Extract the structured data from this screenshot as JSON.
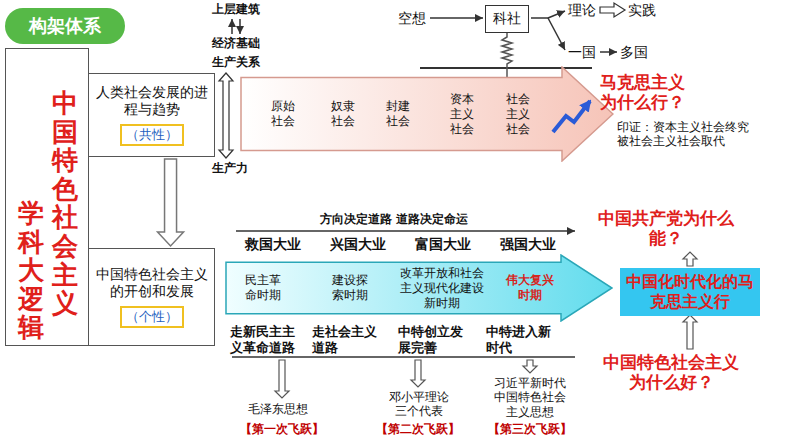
{
  "diagram": {
    "nodes": [
      {
        "text": [
          "构架体系"
        ]
      },
      {
        "text": [
          "学科大逻辑",
          "中国特色社会主义"
        ]
      },
      {
        "text": [
          "人类社会发展的进程与趋势"
        ]
      },
      {
        "text": [
          "（共性）"
        ],
        "in": 2
      },
      {
        "text": [
          "中国特色社会主义的开创和发展"
        ]
      },
      {
        "text": [
          "（个性）"
        ],
        "in": 4
      },
      {
        "text": [
          "原始社会",
          "奴隶社会",
          "封建社会",
          "资本主义社会",
          "社会主义社会"
        ]
      },
      {
        "text": [
          "科社"
        ]
      },
      {
        "text": [
          "民主革命时期",
          "建设探索时期",
          "改革开放和社会主义现代化建设新时期",
          "伟大复兴时期"
        ]
      },
      {
        "text": [
          "中国化时代化的马克思主义行"
        ]
      }
    ],
    "edges": [
      {
        "from": 2,
        "to": 4,
        "arrow": "to"
      }
    ],
    "labels": [
      "上层建筑",
      "经济基础",
      "生产关系",
      "生产力",
      "空想",
      "理论",
      "实践",
      "一国",
      "多国",
      "马克思主义为什么行？",
      "印证：资本主义社会终究被社会主义社会取代",
      "方向决定道路 道路决定命运",
      "救国大业",
      "兴国大业",
      "富国大业",
      "强国大业",
      "走新民主主义革命道路",
      "走社会主义道路",
      "中特创立发展完善",
      "中特进入新时代",
      "中国共产党为什么能？",
      "中国特色社会主义为什么好？",
      "毛泽东思想",
      "【第一次飞跃】",
      "邓小平理论 三个代表",
      "【第二次飞跃】",
      "习近平新时代中国特色社会主义思想",
      "【第三次飞跃】"
    ]
  }
}
